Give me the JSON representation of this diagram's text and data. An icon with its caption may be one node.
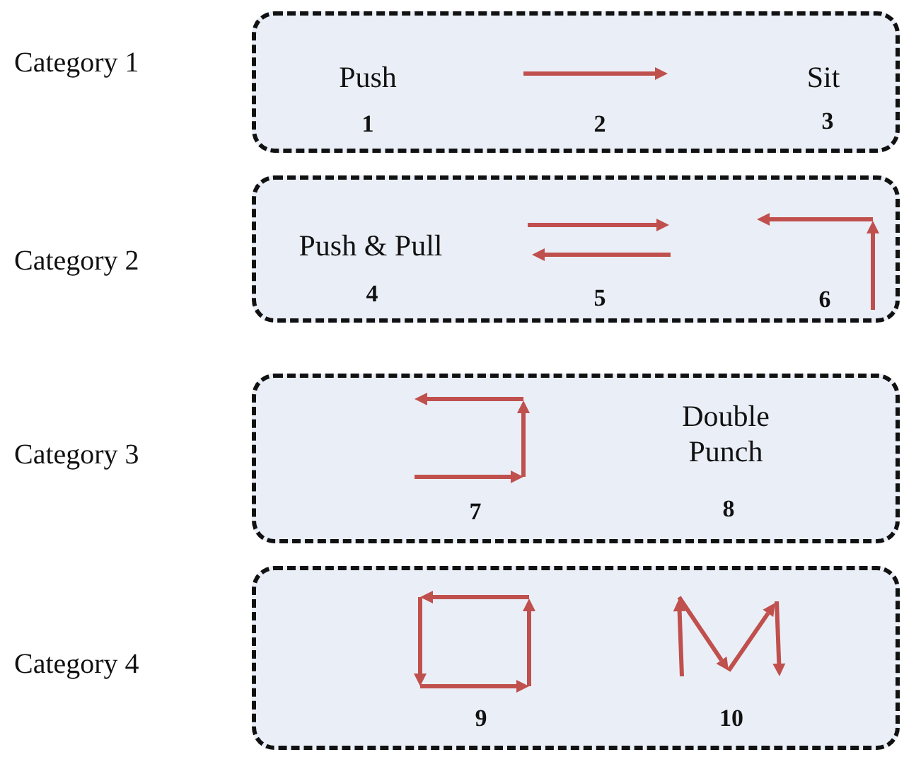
{
  "diagram": {
    "nodes": [
      {
        "text": [
          "Category 1"
        ]
      },
      {
        "text": [
          "Category 2"
        ]
      },
      {
        "text": [
          "Category 3"
        ]
      },
      {
        "text": [
          "Category 4"
        ]
      }
    ],
    "labels": [
      "Push",
      "Sit",
      "1",
      "2",
      "3",
      "Push & Pull",
      "4",
      "5",
      "6",
      "Double Punch",
      "7",
      "8",
      "9",
      "10"
    ]
  }
}
